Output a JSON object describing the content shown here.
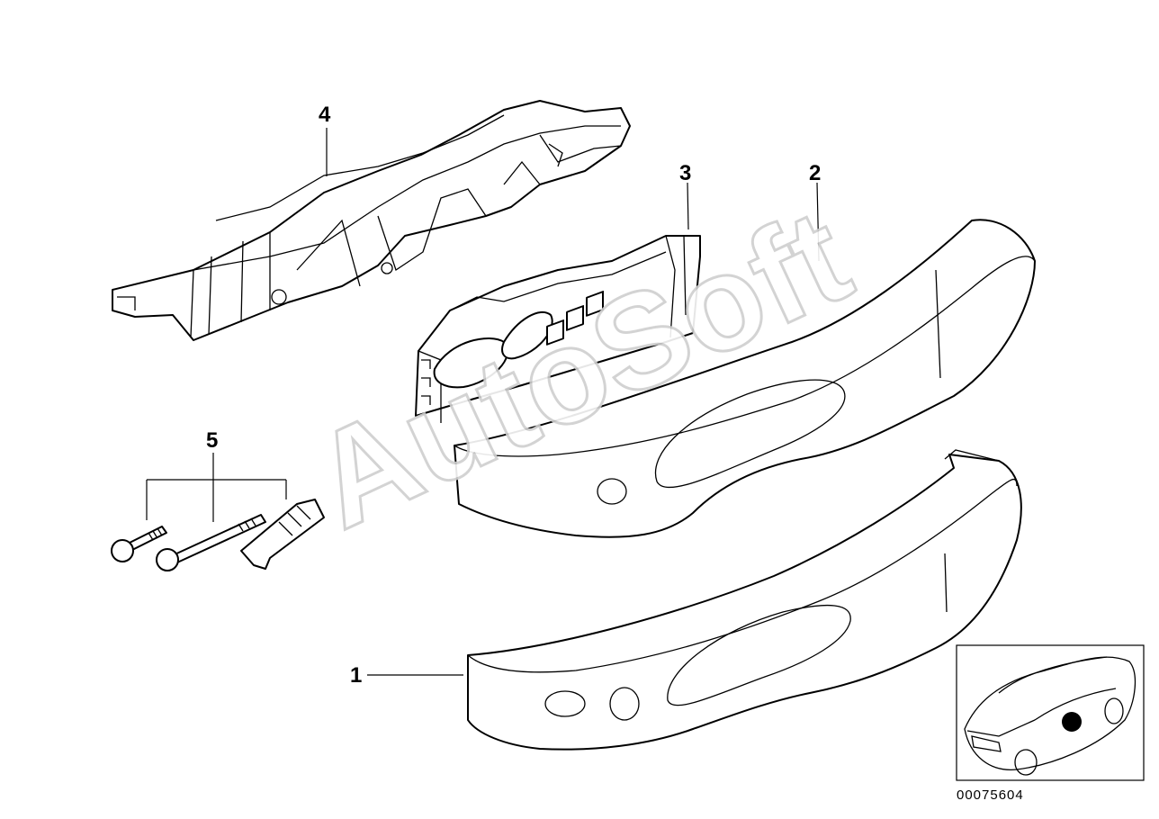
{
  "callouts": {
    "c1": "1",
    "c2": "2",
    "c3": "3",
    "c4": "4",
    "c5": "5"
  },
  "watermark": "AutoSoft",
  "figure_number": "00075604",
  "icons": {
    "locator": "car-locator-icon",
    "marker_color": "#000000"
  }
}
